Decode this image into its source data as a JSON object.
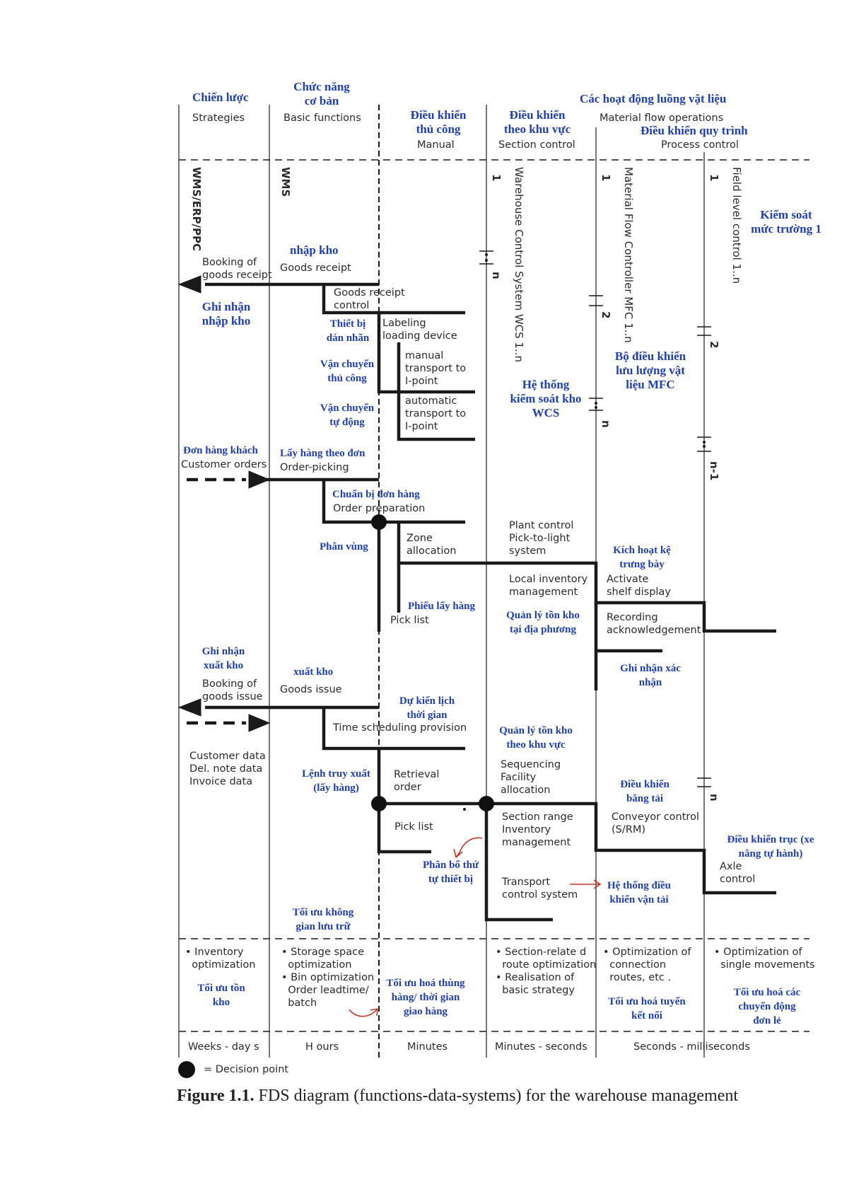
{
  "header": {
    "strategies": "Strategies",
    "basic_functions": "Basic functions",
    "manual": "Manual",
    "section_control": "Section control",
    "material_flow_operations": "Material flow operations",
    "process_control": "Process control"
  },
  "vn_header": {
    "chien_luoc": "Chiến lược",
    "chuc_nang_1": "Chức năng",
    "chuc_nang_2": "cơ bản",
    "dieu_khien_thu_cong_1": "Điều khiển",
    "dieu_khien_thu_cong_2": "thủ công",
    "dieu_khien_khu_vuc_1": "Điều khiển",
    "dieu_khien_khu_vuc_2": "theo khu vực",
    "hoat_dong_luong": "Các hoạt động luồng vật liệu",
    "dieu_khien_quy_trinh": "Điều khiển quy trình"
  },
  "vertical": {
    "wms_erp": "WMS/ERP/PPC",
    "wms": "WMS",
    "wcs": "Warehouse Control System WCS 1..n",
    "mfc": "Material Flow Controller MFC 1..n",
    "field": "Field level control 1..n",
    "n1": "1",
    "n2": "1",
    "n3": "1",
    "wcs_n": "n",
    "mfc_2": "2",
    "mfc_n": "n",
    "field_2": "2",
    "field_n1": "n-1",
    "field_n": "n"
  },
  "labels": {
    "booking_receipt_1": "Booking of",
    "booking_receipt_2": "goods receipt",
    "goods_receipt": "Goods receipt",
    "goods_receipt_control_1": "Goods receipt",
    "goods_receipt_control_2": "control",
    "labeling_1": "Labeling",
    "labeling_2": "loading device",
    "manual_transport_1": "manual",
    "manual_transport_2": "transport to",
    "manual_transport_3": "I-point",
    "auto_transport_1": "automatic",
    "auto_transport_2": "transport to",
    "auto_transport_3": "I-point",
    "customer_orders": "Customer orders",
    "order_picking": "Order-picking",
    "order_preparation": "Order preparation",
    "zone_1": "Zone",
    "zone_2": "allocation",
    "plant_control_1": "Plant control",
    "plant_control_2": "Pick-to-light",
    "plant_control_3": "system",
    "local_inv_1": "Local inventory",
    "local_inv_2": "management",
    "activate_1": "Activate",
    "activate_2": "shelf display",
    "recording_1": "Recording",
    "recording_2": "acknowledgement",
    "pick_list_1": "Pick list",
    "booking_issue_1": "Booking of",
    "booking_issue_2": "goods issue",
    "goods_issue": "Goods issue",
    "time_scheduling": "Time scheduling provision",
    "customer_data_1": "Customer data",
    "customer_data_2": "Del. note data",
    "customer_data_3": "Invoice data",
    "retrieval_1": "Retrieval",
    "retrieval_2": "order",
    "sequencing_1": "Sequencing",
    "sequencing_2": "Facility",
    "sequencing_3": "allocation",
    "pick_list_2": "Pick list",
    "section_range_1": "Section range",
    "section_range_2": "Inventory",
    "section_range_3": "management",
    "conveyor_1": "Conveyor control",
    "conveyor_2": "(S/RM)",
    "axle_1": "Axle",
    "axle_2": "control",
    "transport_ctrl_1": "Transport",
    "transport_ctrl_2": "control system"
  },
  "vn_labels": {
    "kiem_soat_1": "Kiểm soát",
    "kiem_soat_2": "mức trường 1",
    "nhap_kho": "nhập kho",
    "ghi_nhan_nhap_1": "Ghi nhận",
    "ghi_nhan_nhap_2": "nhập kho",
    "thiet_bi_1": "Thiết bị",
    "thiet_bi_2": "dán nhãn",
    "van_chuyen_tc_1": "Vận chuyển",
    "van_chuyen_tc_2": "thủ công",
    "van_chuyen_td_1": "Vận chuyển",
    "van_chuyen_td_2": "tự động",
    "he_thong_1": "Hệ thống",
    "he_thong_2": "kiểm soát kho",
    "he_thong_3": "WCS",
    "mfc_vn_1": "Bộ điều khiển",
    "mfc_vn_2": "lưu lượng vật",
    "mfc_vn_3": "liệu MFC",
    "don_hang": "Đơn hàng khách",
    "lay_hang": "Lấy hàng theo đơn",
    "chuan_bi": "Chuẩn bị đơn hàng",
    "phan_vung": "Phân vùng",
    "kich_hoat_1": "Kích hoạt kệ",
    "kich_hoat_2": "trưng bày",
    "phieu_lay": "Phiếu lấy hàng",
    "qltk_dp_1": "Quản lý tồn kho",
    "qltk_dp_2": "tại địa phương",
    "ghi_nhan_xuat_1": "Ghi nhận",
    "ghi_nhan_xuat_2": "xuất kho",
    "xuat_kho": "xuất kho",
    "ghi_nhan_xn_1": "Ghi nhận xác",
    "ghi_nhan_xn_2": "nhận",
    "du_kien_1": "Dự kiến lịch",
    "du_kien_2": "thời gian",
    "qltk_kv_1": "Quản lý tồn kho",
    "qltk_kv_2": "theo khu vực",
    "lenh_1": "Lệnh truy xuất",
    "lenh_2": "(lấy hàng)",
    "bang_tai_1": "Điều khiển",
    "bang_tai_2": "băng tải",
    "truc_1": "Điều khiển trục (xe",
    "truc_2": "nâng tự hành)",
    "phan_bo_1": "Phân bổ thứ",
    "phan_bo_2": "tự thiết bị",
    "van_tai_1": "Hệ thống điều",
    "van_tai_2": "khiển vận tải",
    "toi_uu_kg_1": "Tối ưu không",
    "toi_uu_kg_2": "gian lưu trữ",
    "toi_uu_tk_1": "Tối ưu tồn",
    "toi_uu_tk_2": "kho",
    "toi_uu_thung_1": "Tối ưu hoá thùng",
    "toi_uu_thung_2": "hàng/ thời gian",
    "toi_uu_thung_3": "giao hàng",
    "toi_uu_tuyen_1": "Tối ưu hoá tuyến",
    "toi_uu_tuyen_2": "kết nối",
    "toi_uu_cd_1": "Tối ưu hoá các",
    "toi_uu_cd_2": "chuyển động",
    "toi_uu_cd_3": "đơn lẻ"
  },
  "optimization": {
    "col1_1": "• Inventory",
    "col1_2": "optimization",
    "col2_1": "• Storage space",
    "col2_2": "optimization",
    "col2_3": "• Bin optimization",
    "col2_4": "Order leadtime/",
    "col2_5": "batch",
    "col3_1": "• Section-relate d",
    "col3_2": "route optimization",
    "col3_3": "• Realisation  of",
    "col3_4": "basic  strategy",
    "col4_1": "• Optimization  of",
    "col4_2": "connection",
    "col4_3": "routes, etc .",
    "col5_1": "• Optimization  of",
    "col5_2": "single  movements"
  },
  "timescale": {
    "weeks": "Weeks  - day s",
    "hours": "H ours",
    "minutes": "Minutes",
    "min_sec": "Minutes  - seconds",
    "sec_ms": "Seconds  - milliseconds"
  },
  "legend": {
    "decision_point": "= Decision point"
  },
  "caption": {
    "figure": "Figure 1.1.",
    "text": " FDS diagram (functions-data-systems) for the warehouse management"
  },
  "colors": {
    "line": "#1a1a1a",
    "vn_text": "#1f3fb0",
    "annotation_red": "#c0392b"
  }
}
